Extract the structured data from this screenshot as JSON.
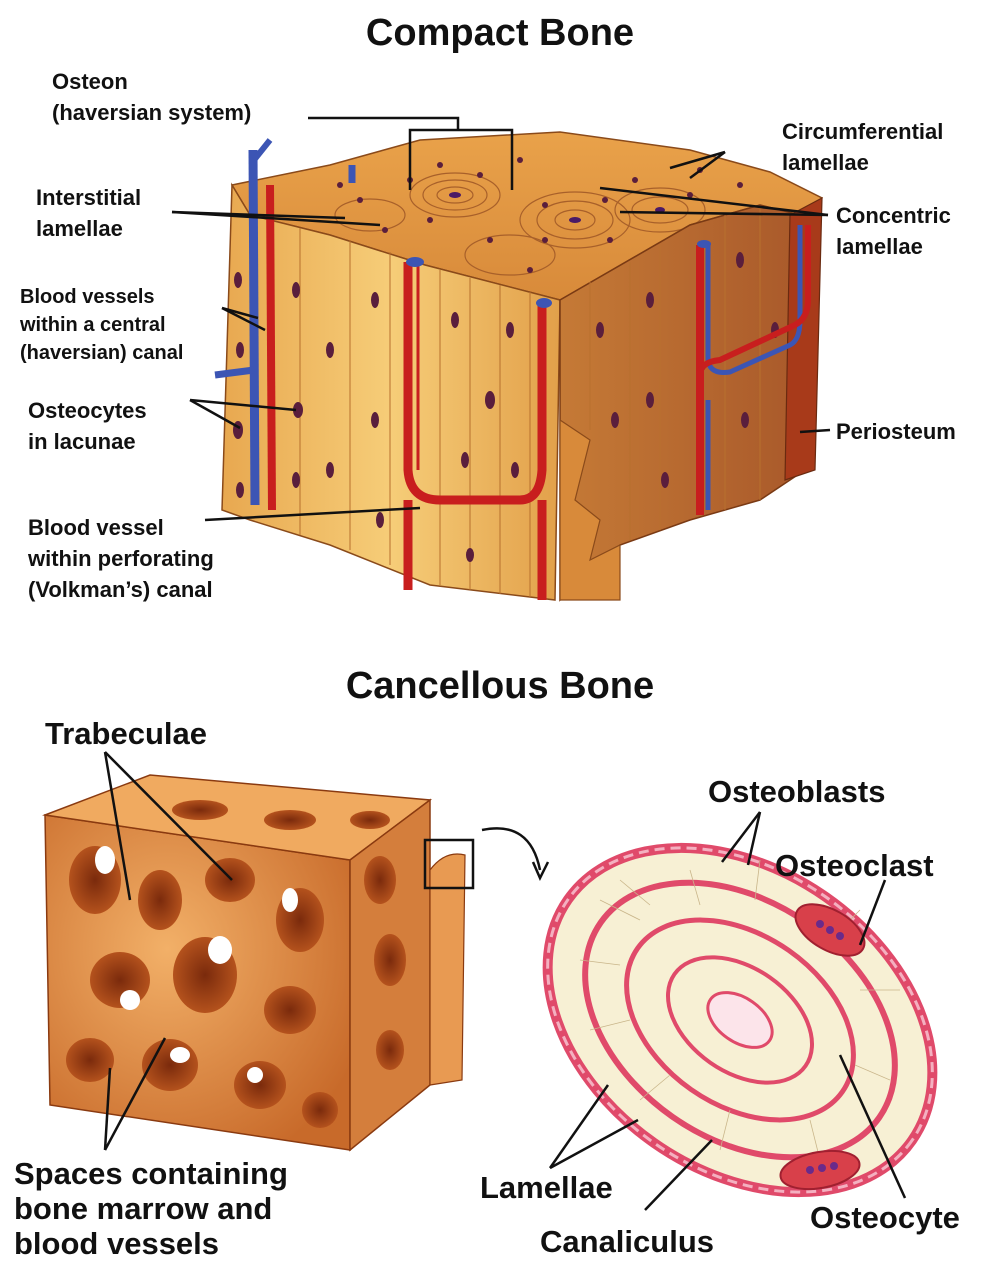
{
  "compact": {
    "title": "Compact Bone",
    "labels": {
      "osteon": [
        "Osteon",
        "(haversian system)"
      ],
      "interstitial": [
        "Interstitial",
        "lamellae"
      ],
      "vessels_central": [
        "Blood vessels",
        "within a central",
        "(haversian) canal"
      ],
      "osteocytes": [
        "Osteocytes",
        "in lacunae"
      ],
      "vessel_perforating": [
        "Blood vessel",
        "within perforating",
        "(Volkman’s) canal"
      ],
      "circumferential": [
        "Circumferential",
        "lamellae"
      ],
      "concentric": [
        "Concentric",
        "lamellae"
      ],
      "periosteum": "Periosteum"
    }
  },
  "cancellous": {
    "title": "Cancellous Bone",
    "labels": {
      "trabeculae": "Trabeculae",
      "spaces": [
        "Spaces containing",
        "bone marrow and",
        "blood vessels"
      ],
      "osteoblasts": "Osteoblasts",
      "osteoclast": "Osteoclast",
      "lamellae": "Lamellae",
      "canaliculus": "Canaliculus",
      "osteocyte": "Osteocyte"
    }
  },
  "colors": {
    "bone_light": "#f3c46c",
    "bone_mid": "#e2a04a",
    "bone_dark": "#b4642a",
    "artery": "#c81e1e",
    "vein": "#3c55b4",
    "cell": "#5a1e3c",
    "trabecula": "#e89a52",
    "trabecula_dark": "#a44a1a",
    "lamella_cream": "#f7f0d4",
    "lamella_pink": "#e04a6a",
    "osteoclast": "#d8404a"
  }
}
